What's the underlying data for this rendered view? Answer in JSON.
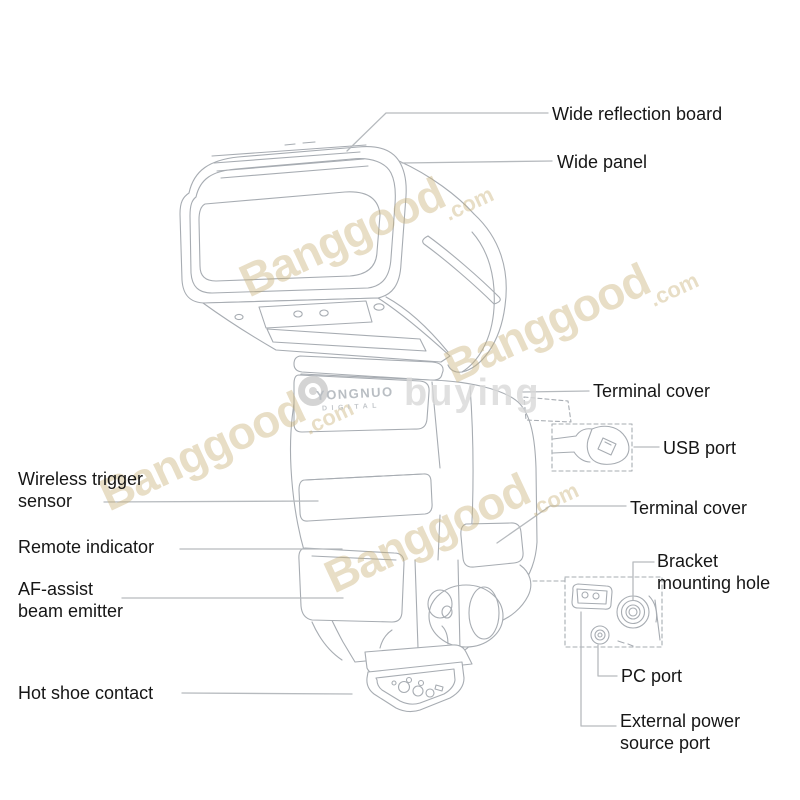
{
  "watermarks": {
    "banggood": "Banggood",
    "banggood_com": ".com",
    "gearbuying": "buying"
  },
  "product_logo": {
    "brand": "YONGNUO",
    "sub_brand": "DIGITAL"
  },
  "labels": {
    "wide_reflection_board": "Wide reflection board",
    "wide_panel": "Wide panel",
    "terminal_cover_top": "Terminal cover",
    "usb_port": "USB port",
    "terminal_cover_bottom": "Terminal cover",
    "bracket_mounting_hole": "Bracket mounting hole",
    "pc_port": "PC port",
    "external_power_source_port": "External power source port",
    "wireless_trigger_sensor": "Wireless trigger sensor",
    "remote_indicator": "Remote indicator",
    "af_assist_beam_emitter": "AF-assist beam emitter",
    "hot_shoe_contact": "Hot shoe contact"
  },
  "colors": {
    "line_art": "#a7acb2",
    "leader_line": "#b6babe",
    "label_text": "#161616",
    "banggood_watermark": "#c9b178",
    "gearbuying_watermark": "#d9d9d9"
  }
}
